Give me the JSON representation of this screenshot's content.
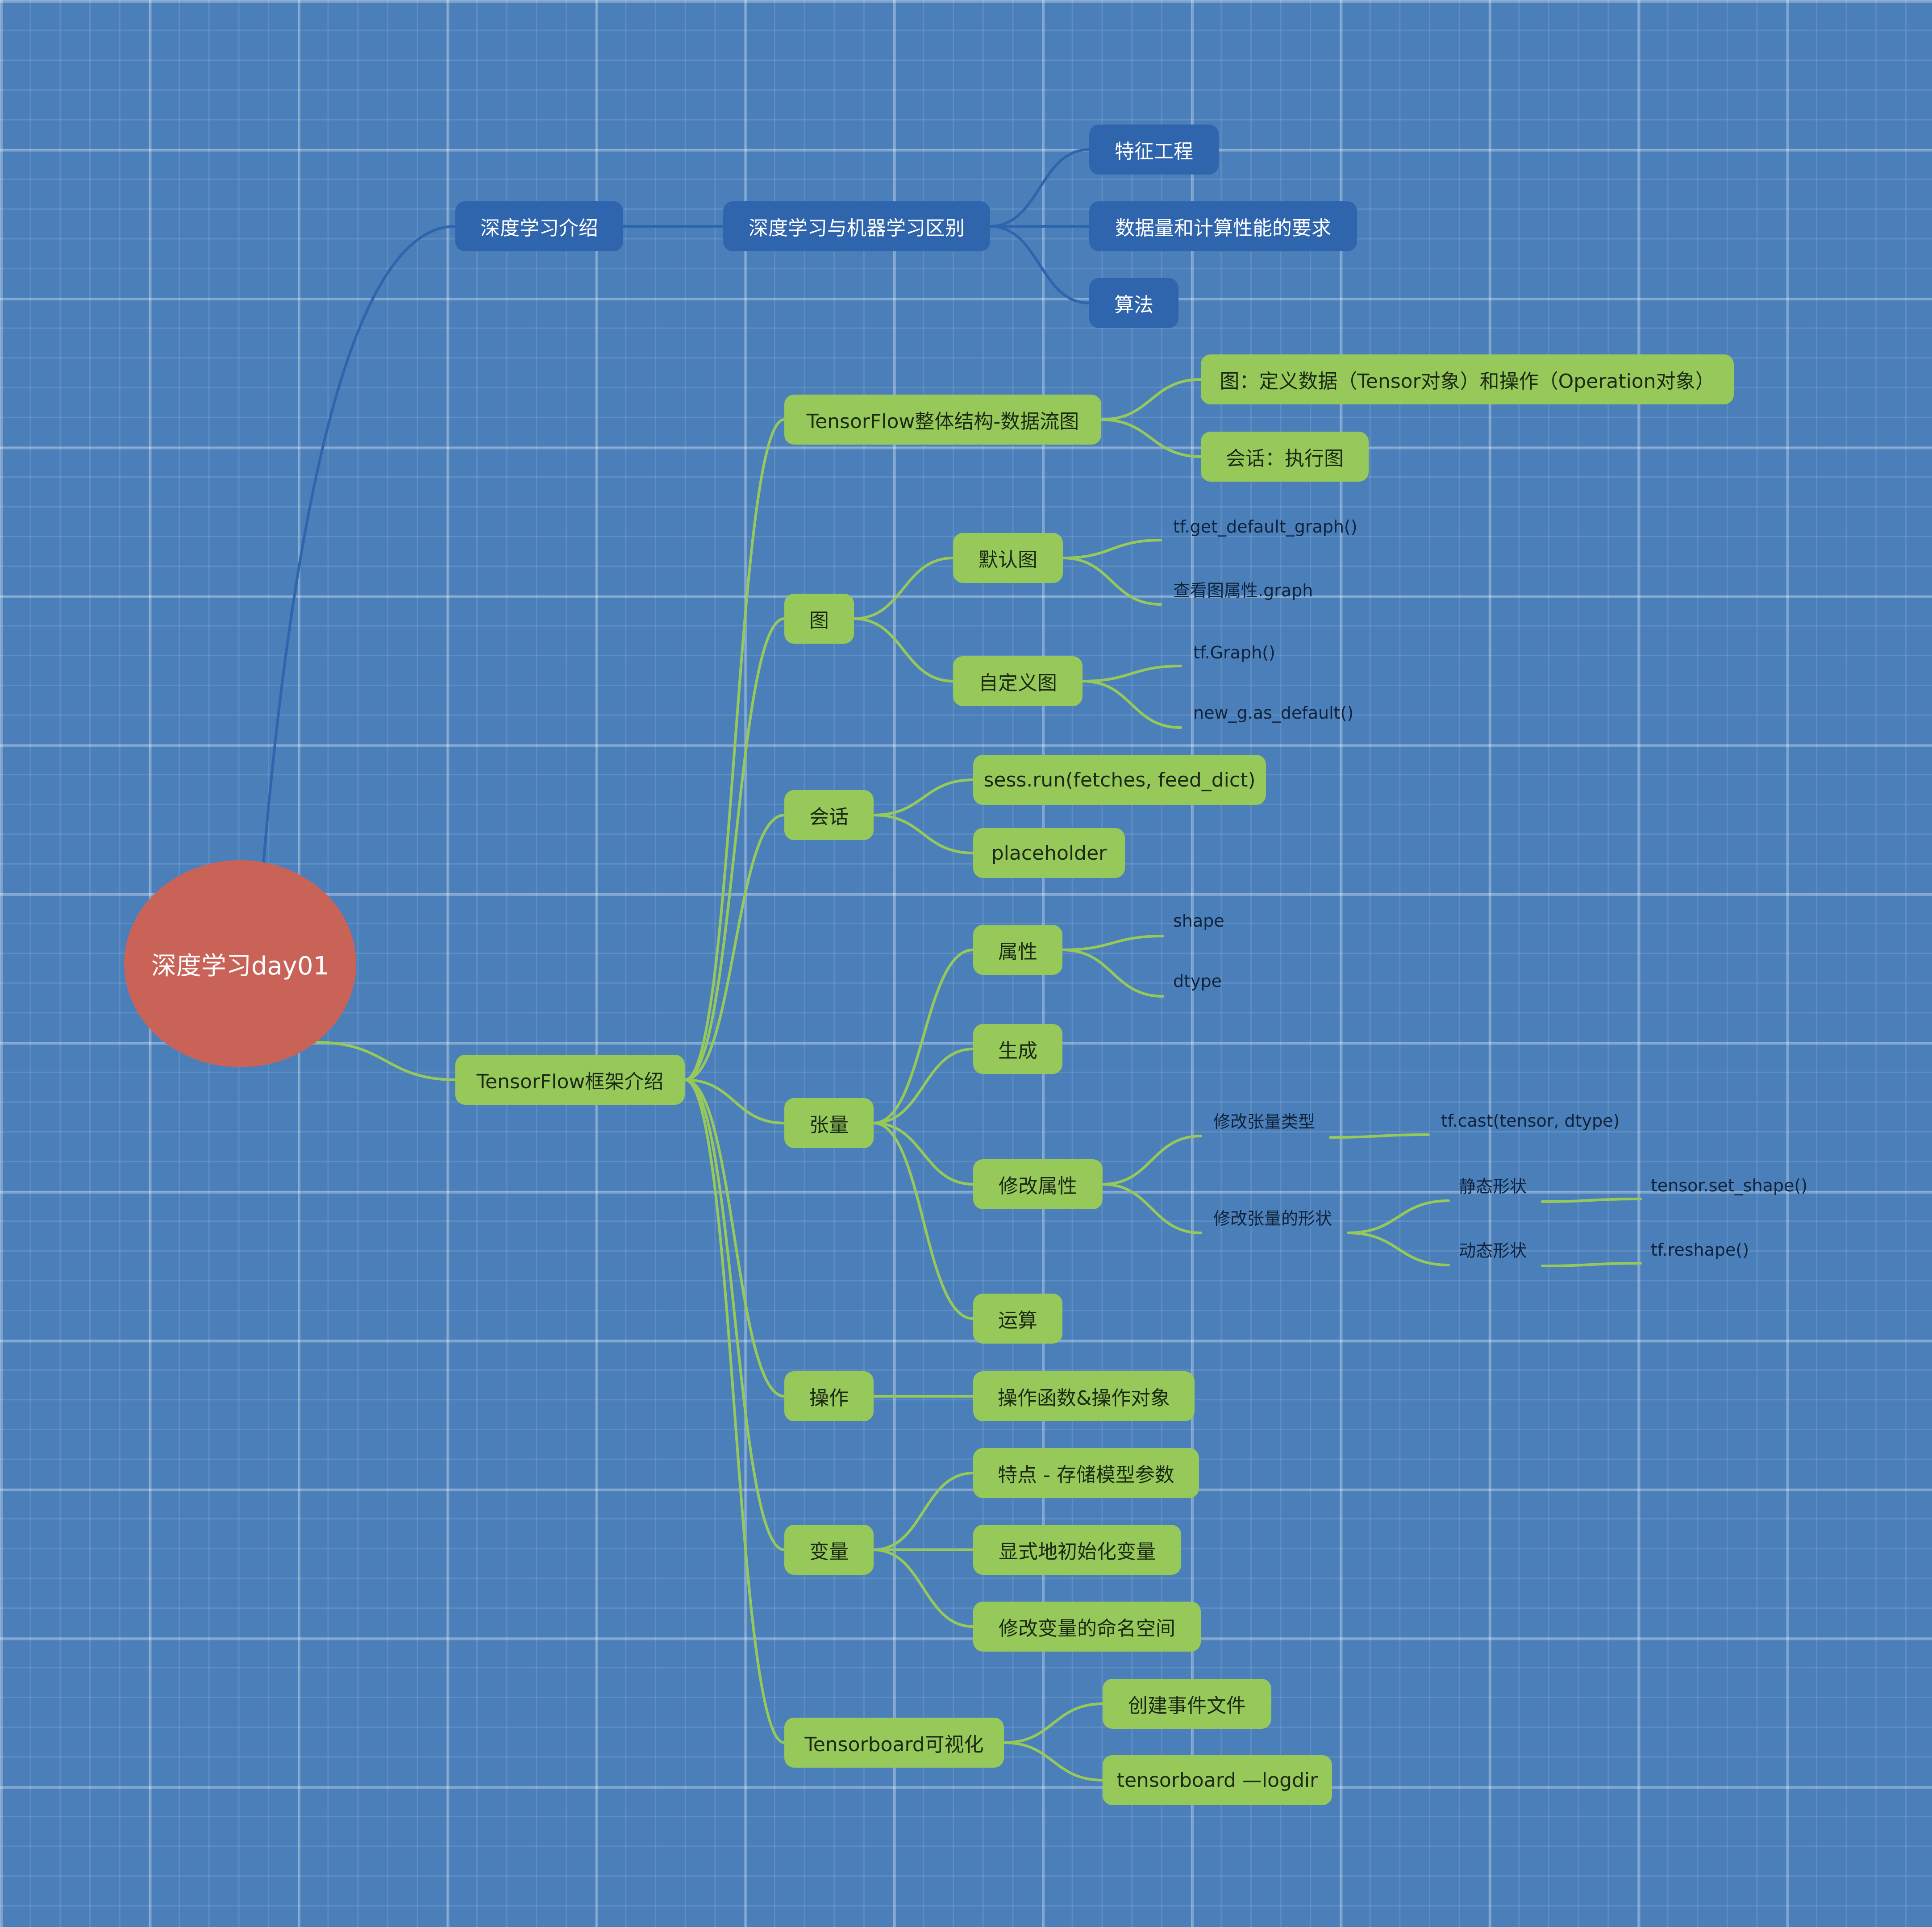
{
  "colors": {
    "background": "#4a7fba",
    "blue_node": "#2f65ac",
    "blue_link": "#2f65ac",
    "green_node": "#97c95a",
    "green_link": "#97c95a",
    "root": "#c96358"
  },
  "mindmap": {
    "root": "深度学习day01",
    "branch_intro": {
      "label": "深度学习介绍",
      "diff": {
        "label": "深度学习与机器学习区别",
        "items": [
          "特征工程",
          "数据量和计算性能的要求",
          "算法"
        ]
      }
    },
    "branch_tf": {
      "label": "TensorFlow框架介绍",
      "structure": {
        "label": "TensorFlow整体结构-数据流图",
        "items": [
          "图：定义数据（Tensor对象）和操作（Operation对象）",
          "会话：执行图"
        ]
      },
      "graph": {
        "label": "图",
        "default": {
          "label": "默认图",
          "items": [
            "tf.get_default_graph()",
            "查看图属性.graph"
          ]
        },
        "custom": {
          "label": "自定义图",
          "items": [
            "tf.Graph()",
            "new_g.as_default()"
          ]
        }
      },
      "session": {
        "label": "会话",
        "items": [
          "sess.run(fetches, feed_dict)",
          "placeholder"
        ]
      },
      "tensor": {
        "label": "张量",
        "attr": {
          "label": "属性",
          "items": [
            "shape",
            "dtype"
          ]
        },
        "gen": "生成",
        "modify": {
          "label": "修改属性",
          "type": {
            "label": "修改张量类型",
            "item": "tf.cast(tensor, dtype)"
          },
          "shape": {
            "label": "修改张量的形状",
            "static": {
              "label": "静态形状",
              "item": "tensor.set_shape()"
            },
            "dynamic": {
              "label": "动态形状",
              "item": "tf.reshape()"
            }
          }
        },
        "ops": "运算"
      },
      "operation": {
        "label": "操作",
        "items": [
          "操作函数&操作对象"
        ]
      },
      "variable": {
        "label": "变量",
        "items": [
          "特点 - 存储模型参数",
          "显式地初始化变量",
          "修改变量的命名空间"
        ]
      },
      "board": {
        "label": "Tensorboard可视化",
        "items": [
          "创建事件文件",
          "tensorboard —logdir"
        ]
      }
    }
  }
}
